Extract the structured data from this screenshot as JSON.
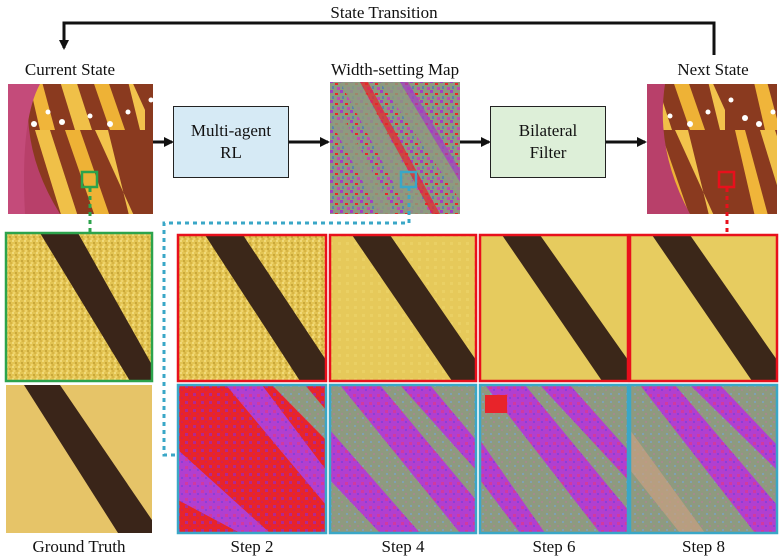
{
  "title_top": "State Transition",
  "labels": {
    "current_state": "Current State",
    "width_map": "Width-setting Map",
    "next_state": "Next State"
  },
  "boxes": {
    "marl_line1": "Multi-agent",
    "marl_line2": "RL",
    "bilateral_line1": "Bilateral",
    "bilateral_line2": "Filter"
  },
  "bottom_labels": [
    "Ground Truth",
    "Step 2",
    "Step 4",
    "Step 6",
    "Step 8"
  ],
  "colors": {
    "marl_box_fill": "#d6eaf5",
    "bilateral_box_fill": "#ddefd8",
    "green_frame": "#2ca34c",
    "red_frame": "#e8101c",
    "cyan_frame": "#3aa7c7",
    "arrow": "#111111",
    "butterfly_yellow": "#e7c24a",
    "stripe": "#3a2519",
    "map_red": "#e8242a",
    "map_purple": "#a33ec3",
    "map_gray": "#8a9a7c"
  }
}
